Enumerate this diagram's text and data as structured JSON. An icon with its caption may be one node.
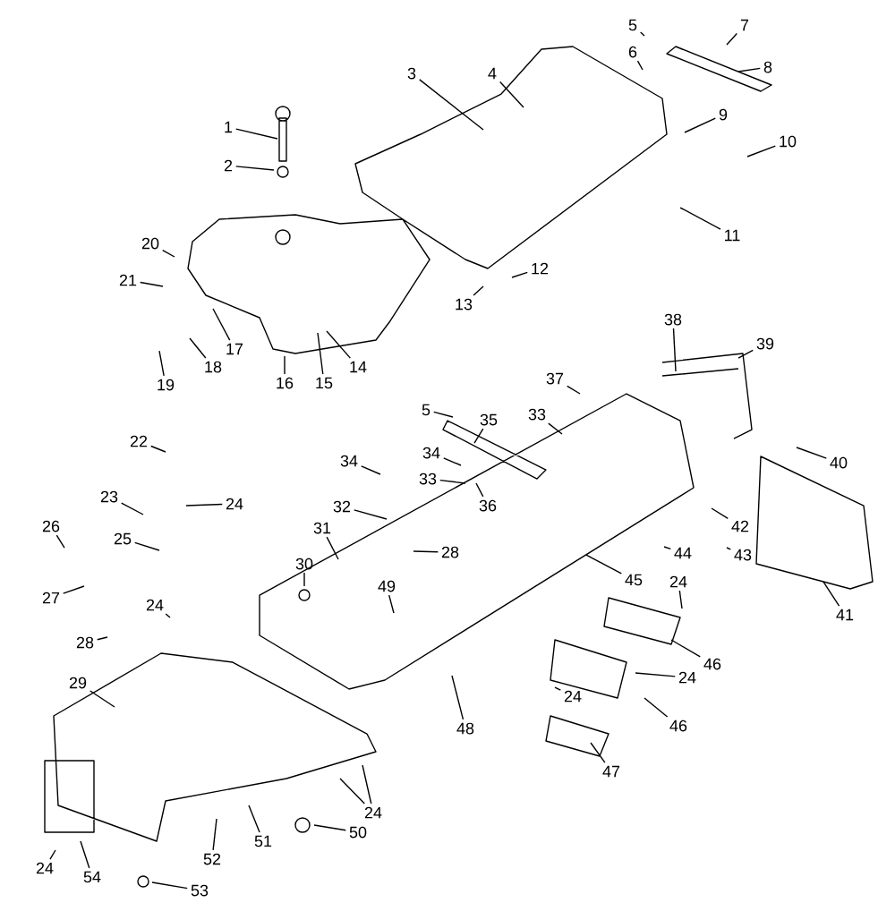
{
  "diagram": {
    "nodes": [
      {
        "text": [
          "1"
        ]
      },
      {
        "text": [
          "2"
        ]
      },
      {
        "text": [
          "3"
        ]
      },
      {
        "text": [
          "4"
        ]
      },
      {
        "text": [
          "5"
        ]
      },
      {
        "text": [
          "6"
        ]
      },
      {
        "text": [
          "7"
        ]
      },
      {
        "text": [
          "8"
        ]
      },
      {
        "text": [
          "9"
        ]
      },
      {
        "text": [
          "10"
        ]
      },
      {
        "text": [
          "11"
        ]
      },
      {
        "text": [
          "12"
        ]
      },
      {
        "text": [
          "13"
        ]
      },
      {
        "text": [
          "14"
        ]
      },
      {
        "text": [
          "15"
        ]
      },
      {
        "text": [
          "16"
        ]
      },
      {
        "text": [
          "17"
        ]
      },
      {
        "text": [
          "18"
        ]
      },
      {
        "text": [
          "19"
        ]
      },
      {
        "text": [
          "20"
        ]
      },
      {
        "text": [
          "21"
        ]
      },
      {
        "text": [
          "22"
        ]
      },
      {
        "text": [
          "23"
        ]
      },
      {
        "text": [
          "24"
        ]
      },
      {
        "text": [
          "25"
        ]
      },
      {
        "text": [
          "26"
        ]
      },
      {
        "text": [
          "27"
        ]
      },
      {
        "text": [
          "28"
        ]
      },
      {
        "text": [
          "24"
        ]
      },
      {
        "text": [
          "29"
        ]
      },
      {
        "text": [
          "30"
        ]
      },
      {
        "text": [
          "31"
        ]
      },
      {
        "text": [
          "32"
        ]
      },
      {
        "text": [
          "34"
        ]
      },
      {
        "text": [
          "28"
        ]
      },
      {
        "text": [
          "33"
        ]
      },
      {
        "text": [
          "34"
        ]
      },
      {
        "text": [
          "5"
        ]
      },
      {
        "text": [
          "35"
        ]
      },
      {
        "text": [
          "36"
        ]
      },
      {
        "text": [
          "33"
        ]
      },
      {
        "text": [
          "37"
        ]
      },
      {
        "text": [
          "38"
        ]
      },
      {
        "text": [
          "39"
        ]
      },
      {
        "text": [
          "40"
        ]
      },
      {
        "text": [
          "42"
        ]
      },
      {
        "text": [
          "43"
        ]
      },
      {
        "text": [
          "44"
        ]
      },
      {
        "text": [
          "45"
        ]
      },
      {
        "text": [
          "49"
        ]
      },
      {
        "text": [
          "24"
        ]
      },
      {
        "text": [
          "41"
        ]
      },
      {
        "text": [
          "46"
        ]
      },
      {
        "text": [
          "24"
        ]
      },
      {
        "text": [
          "24"
        ]
      },
      {
        "text": [
          "46"
        ]
      },
      {
        "text": [
          "48"
        ]
      },
      {
        "text": [
          "47"
        ]
      },
      {
        "text": [
          "24"
        ]
      },
      {
        "text": [
          "50"
        ]
      },
      {
        "text": [
          "51"
        ]
      },
      {
        "text": [
          "52"
        ]
      },
      {
        "text": [
          "53"
        ]
      },
      {
        "text": [
          "54"
        ]
      },
      {
        "text": [
          "24"
        ]
      }
    ],
    "edges": [
      {
        "from": 0,
        "to": null,
        "arrow": "none"
      },
      {
        "from": 1,
        "to": null,
        "arrow": "none"
      },
      {
        "from": 2,
        "to": null,
        "arrow": "none"
      },
      {
        "from": 3,
        "to": null,
        "arrow": "none"
      },
      {
        "from": 4,
        "to": null,
        "arrow": "none"
      },
      {
        "from": 5,
        "to": null,
        "arrow": "none"
      },
      {
        "from": 6,
        "to": null,
        "arrow": "none"
      },
      {
        "from": 7,
        "to": null,
        "arrow": "none"
      },
      {
        "from": 8,
        "to": null,
        "arrow": "none"
      },
      {
        "from": 9,
        "to": null,
        "arrow": "none"
      },
      {
        "from": 10,
        "to": null,
        "arrow": "none"
      },
      {
        "from": 11,
        "to": null,
        "arrow": "none"
      },
      {
        "from": 12,
        "to": null,
        "arrow": "none"
      },
      {
        "from": 13,
        "to": null,
        "arrow": "none"
      },
      {
        "from": 14,
        "to": null,
        "arrow": "none"
      },
      {
        "from": 15,
        "to": null,
        "arrow": "none"
      },
      {
        "from": 16,
        "to": null,
        "arrow": "none"
      },
      {
        "from": 17,
        "to": null,
        "arrow": "none"
      },
      {
        "from": 18,
        "to": null,
        "arrow": "none"
      },
      {
        "from": 19,
        "to": null,
        "arrow": "none"
      },
      {
        "from": 20,
        "to": null,
        "arrow": "none"
      },
      {
        "from": 21,
        "to": null,
        "arrow": "none"
      },
      {
        "from": 22,
        "to": null,
        "arrow": "none"
      },
      {
        "from": 23,
        "to": null,
        "arrow": "none"
      },
      {
        "from": 24,
        "to": null,
        "arrow": "none"
      },
      {
        "from": 25,
        "to": null,
        "arrow": "none"
      },
      {
        "from": 26,
        "to": null,
        "arrow": "none"
      },
      {
        "from": 27,
        "to": null,
        "arrow": "none"
      },
      {
        "from": 28,
        "to": null,
        "arrow": "none"
      },
      {
        "from": 29,
        "to": null,
        "arrow": "none"
      },
      {
        "from": 30,
        "to": null,
        "arrow": "none"
      },
      {
        "from": 31,
        "to": null,
        "arrow": "none"
      },
      {
        "from": 32,
        "to": null,
        "arrow": "none"
      },
      {
        "from": 33,
        "to": null,
        "arrow": "none"
      },
      {
        "from": 34,
        "to": null,
        "arrow": "none"
      },
      {
        "from": 35,
        "to": null,
        "arrow": "none"
      },
      {
        "from": 36,
        "to": null,
        "arrow": "none"
      },
      {
        "from": 37,
        "to": null,
        "arrow": "none"
      },
      {
        "from": 38,
        "to": null,
        "arrow": "none"
      },
      {
        "from": 39,
        "to": null,
        "arrow": "none"
      },
      {
        "from": 40,
        "to": null,
        "arrow": "none"
      },
      {
        "from": 41,
        "to": null,
        "arrow": "none"
      },
      {
        "from": 42,
        "to": null,
        "arrow": "none"
      },
      {
        "from": 43,
        "to": null,
        "arrow": "none"
      },
      {
        "from": 44,
        "to": null,
        "arrow": "none"
      },
      {
        "from": 45,
        "to": null,
        "arrow": "none"
      },
      {
        "from": 46,
        "to": null,
        "arrow": "none"
      },
      {
        "from": 47,
        "to": null,
        "arrow": "none"
      },
      {
        "from": 48,
        "to": null,
        "arrow": "none"
      },
      {
        "from": 49,
        "to": null,
        "arrow": "none"
      },
      {
        "from": 50,
        "to": null,
        "arrow": "none"
      },
      {
        "from": 51,
        "to": null,
        "arrow": "none"
      },
      {
        "from": 52,
        "to": null,
        "arrow": "none"
      },
      {
        "from": 53,
        "to": null,
        "arrow": "none"
      },
      {
        "from": 54,
        "to": null,
        "arrow": "none"
      },
      {
        "from": 55,
        "to": null,
        "arrow": "none"
      },
      {
        "from": 56,
        "to": null,
        "arrow": "none"
      },
      {
        "from": 57,
        "to": null,
        "arrow": "none"
      },
      {
        "from": 58,
        "to": null,
        "arrow": "none"
      },
      {
        "from": 58,
        "to": null,
        "arrow": "none"
      },
      {
        "from": 59,
        "to": null,
        "arrow": "none"
      },
      {
        "from": 60,
        "to": null,
        "arrow": "none"
      },
      {
        "from": 61,
        "to": null,
        "arrow": "none"
      },
      {
        "from": 62,
        "to": null,
        "arrow": "none"
      },
      {
        "from": 63,
        "to": null,
        "arrow": "none"
      },
      {
        "from": 64,
        "to": null,
        "arrow": "none"
      }
    ]
  }
}
